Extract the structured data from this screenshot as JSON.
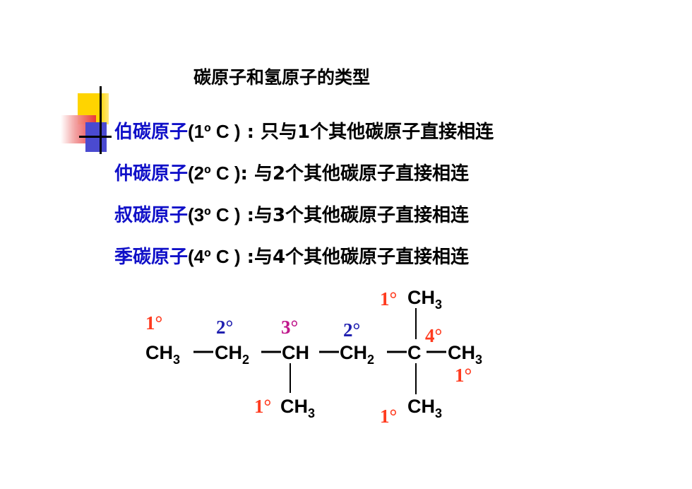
{
  "title": "碳原子和氢原子的类型",
  "definitions": [
    {
      "name": "伯碳原子",
      "notation": "(1º C )",
      "sep": " : ",
      "text": "只与1个其他碳原子直接相连"
    },
    {
      "name": "仲碳原子",
      "notation": "(2º C )",
      "sep": ": ",
      "text": "与2个其他碳原子直接相连"
    },
    {
      "name": "叔碳原子",
      "notation": "(3º C )",
      "sep": " :",
      "text": "与3个其他碳原子直接相连"
    },
    {
      "name": "季碳原子",
      "notation": "(4º C )",
      "sep": " :",
      "text": "与4个其他碳原子直接相连"
    }
  ],
  "structure": {
    "main_chain": [
      "CH3",
      "CH2",
      "CH",
      "CH2",
      "C",
      "CH3"
    ],
    "branches": {
      "ch_down": "CH3",
      "c_up": "CH3",
      "c_down": "CH3"
    },
    "labels": {
      "first": "1°",
      "second_a": "2°",
      "third": "3°",
      "second_b": "2°",
      "quaternary": "4°",
      "top": "1°",
      "right": "1°",
      "ch_branch": "1°",
      "c_bottom": "1°"
    },
    "colors": {
      "primary": "#ff3b1f",
      "secondary": "#2020b0",
      "tertiary": "#c0188c",
      "quaternary": "#ff3b1f"
    }
  }
}
